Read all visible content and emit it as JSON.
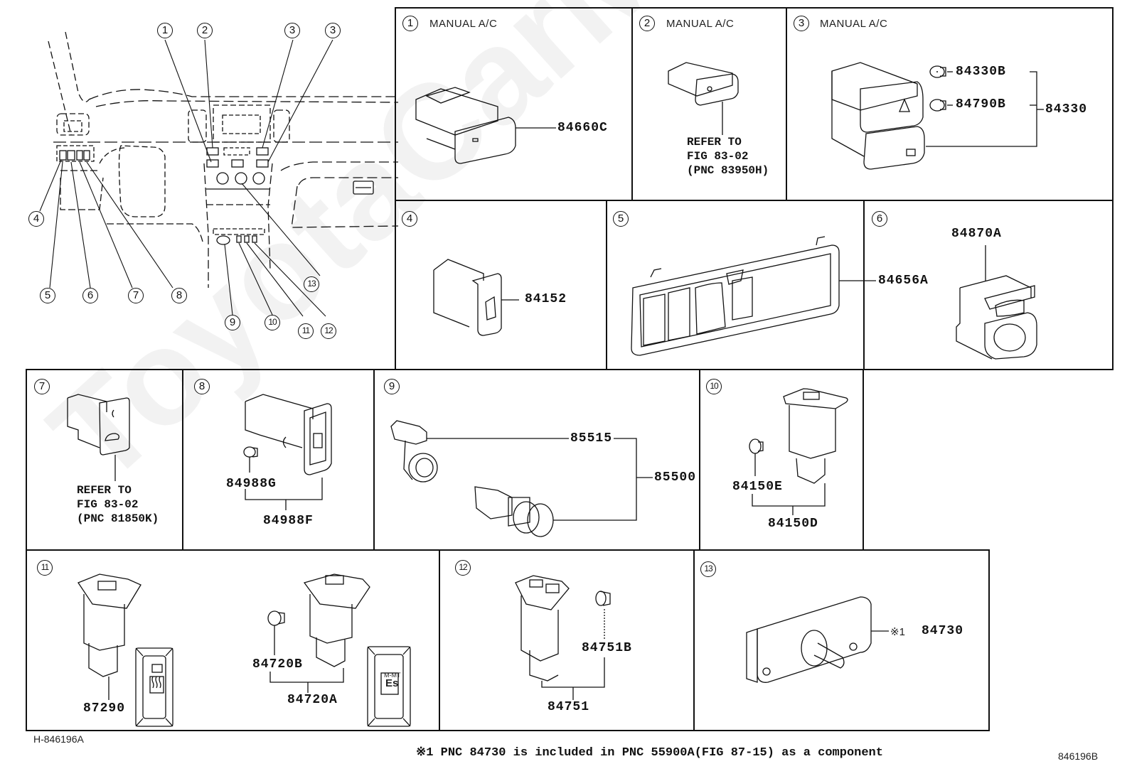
{
  "overview": {
    "callouts": [
      "1",
      "2",
      "3",
      "3",
      "4",
      "5",
      "6",
      "7",
      "8",
      "9",
      "10",
      "11",
      "12",
      "13"
    ]
  },
  "panels": [
    {
      "num": "1",
      "header": "MANUAL A/C",
      "parts": [
        "84660C"
      ]
    },
    {
      "num": "2",
      "header": "MANUAL A/C",
      "refer": "REFER TO\nFIG 83-02\n(PNC 83950H)"
    },
    {
      "num": "3",
      "header": "MANUAL A/C",
      "parts": [
        "84330B",
        "84790B",
        "84330"
      ]
    },
    {
      "num": "4",
      "parts": [
        "84152"
      ]
    },
    {
      "num": "5",
      "parts": [
        "84656A"
      ]
    },
    {
      "num": "6",
      "parts": [
        "84870A"
      ]
    },
    {
      "num": "7",
      "refer": "REFER TO\nFIG 83-02\n(PNC 81850K)"
    },
    {
      "num": "8",
      "parts": [
        "84988G",
        "84988F"
      ]
    },
    {
      "num": "9",
      "parts": [
        "85515",
        "85500"
      ]
    },
    {
      "num": "10",
      "parts": [
        "84150E",
        "84150D"
      ]
    },
    {
      "num": "11",
      "parts": [
        "87290",
        "84720B",
        "84720A"
      ],
      "labels": {
        "mmt": "M-MT",
        "es": "Es"
      }
    },
    {
      "num": "12",
      "parts": [
        "84751B",
        "84751"
      ]
    },
    {
      "num": "13",
      "parts": [
        "84730"
      ],
      "note_mark": "※1"
    }
  ],
  "footer": {
    "left_code": "H-846196A",
    "note": "※1 PNC 84730 is included in PNC 55900A(FIG 87-15) as a component",
    "right_code": "846196B"
  },
  "watermark": "ToyotaCarMine.ru"
}
